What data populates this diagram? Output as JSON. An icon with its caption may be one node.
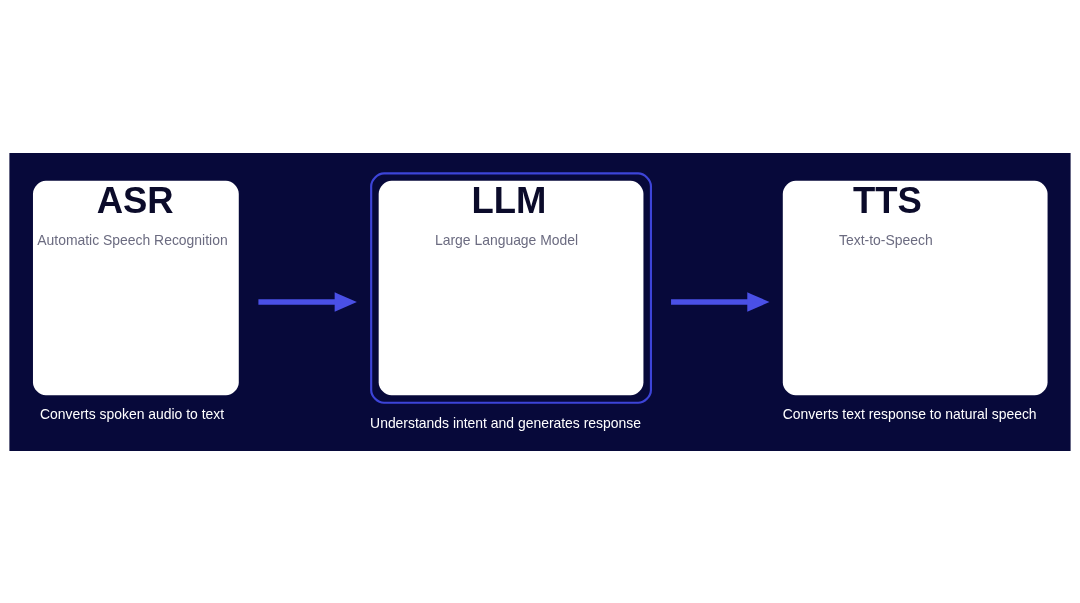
{
  "diagram": {
    "nodes": [
      {
        "text": [
          "ASR",
          "Automatic Speech Recognition"
        ],
        "beside": [
          "Converts spoken audio to text"
        ]
      },
      {
        "text": [
          "LLM",
          "Large Language Model"
        ],
        "beside": [
          "Understands intent and generates response"
        ]
      },
      {
        "text": [
          "TTS",
          "Text-to-Speech"
        ],
        "beside": [
          "Converts text response to natural speech"
        ]
      }
    ],
    "edges": [
      {
        "from": 0,
        "to": 1,
        "arrow": "to"
      },
      {
        "from": 1,
        "to": 2,
        "arrow": "to"
      }
    ]
  }
}
